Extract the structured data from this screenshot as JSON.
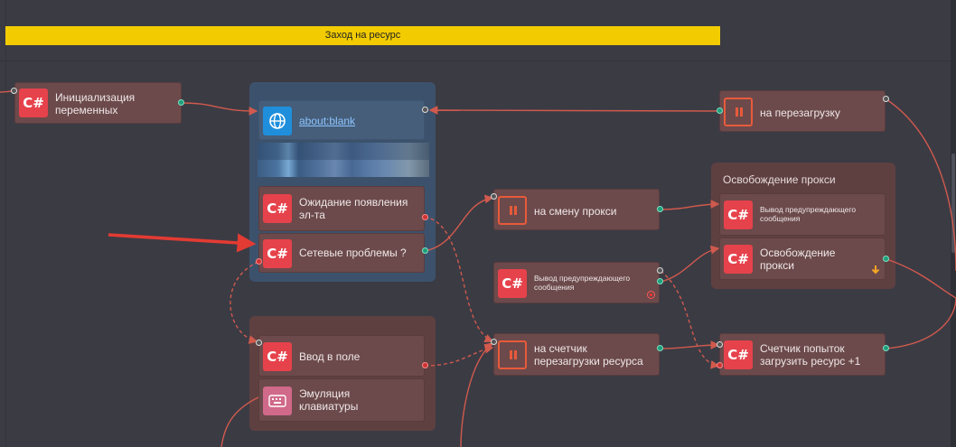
{
  "banner": {
    "title": "Заход на ресурс"
  },
  "groups": {
    "proxy_release": {
      "title": "Освобождение прокси"
    }
  },
  "nodes": {
    "init_vars": "Инициализация\nпеременных",
    "about_blank": "about:blank",
    "wait_element": "Ожидание появления\nэл-та",
    "network_problems": "Сетевые проблемы ?",
    "input_field": "Ввод в поле",
    "keyboard_emulation": "Эмуляция\nклавиатуры",
    "on_reload": "на перезагрузку",
    "on_change_proxy": "на смену прокси",
    "warning_msg_1": "Вывод предупреждающего\nсообщения",
    "warning_msg_2": "Вывод предупреждающего\nсообщения",
    "release_proxy": "Освобождение\nпрокси",
    "reload_counter": "на счетчик\nперезагрузки ресурса",
    "attempt_counter": "Счетчик попыток\nзагрузить ресурс +1"
  },
  "icons": {
    "csharp": "C#",
    "globe": "globe-icon",
    "pause": "pause-icon",
    "keyboard": "keyboard-icon",
    "arrow_down": "arrow-down-icon"
  },
  "colors": {
    "background": "#3b3b44",
    "banner": "#f2cc00",
    "node": "#6c4a4b",
    "group_red": "#5f4041",
    "group_blue": "#3c526c",
    "csharp_icon": "#e6424b",
    "wire": "#d05a4d",
    "pointer_arrow": "#e23b33"
  }
}
